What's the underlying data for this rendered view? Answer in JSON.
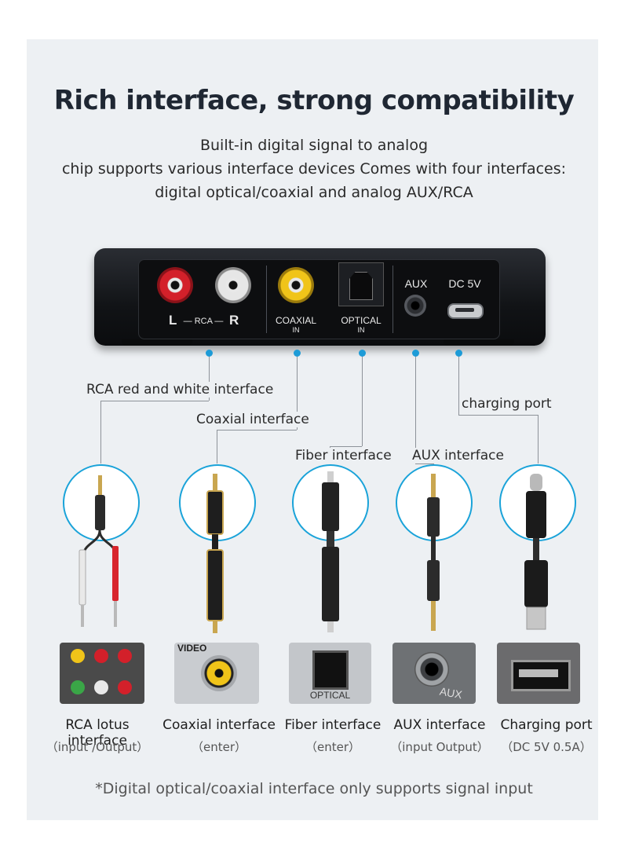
{
  "title": "Rich interface, strong compatibility",
  "subtitle_lines": [
    "Built-in digital signal to analog",
    "chip supports various interface devices Comes with four interfaces:",
    "digital optical/coaxial and analog AUX/RCA"
  ],
  "device_labels": {
    "rca_l": "L",
    "rca_mid": "RCA",
    "rca_r": "R",
    "coaxial": "COAXIAL",
    "coaxial_in": "IN",
    "optical": "OPTICAL",
    "optical_in": "IN",
    "aux": "AUX",
    "dc": "DC 5V"
  },
  "callouts": {
    "rca": "RCA red and white interface",
    "coaxial": "Coaxial interface",
    "fiber": "Fiber interface",
    "aux": "AUX interface",
    "charging": "charging port"
  },
  "photo_texts": {
    "video": "VIDEO",
    "optical": "OPTICAL",
    "aux": "AUX"
  },
  "bottom_items": [
    {
      "name": "RCA lotus interface",
      "note": "（input /Output）"
    },
    {
      "name": "Coaxial interface",
      "note": "（enter）"
    },
    {
      "name": "Fiber interface",
      "note": "（enter）"
    },
    {
      "name": "AUX interface",
      "note": "（input Output）"
    },
    {
      "name": "Charging port",
      "note": "（DC 5V 0.5A）"
    }
  ],
  "footnote": "*Digital optical/coaxial interface only supports signal input",
  "colors": {
    "accent": "#1aa3d9",
    "background": "#edf0f3",
    "device": "#111316"
  }
}
